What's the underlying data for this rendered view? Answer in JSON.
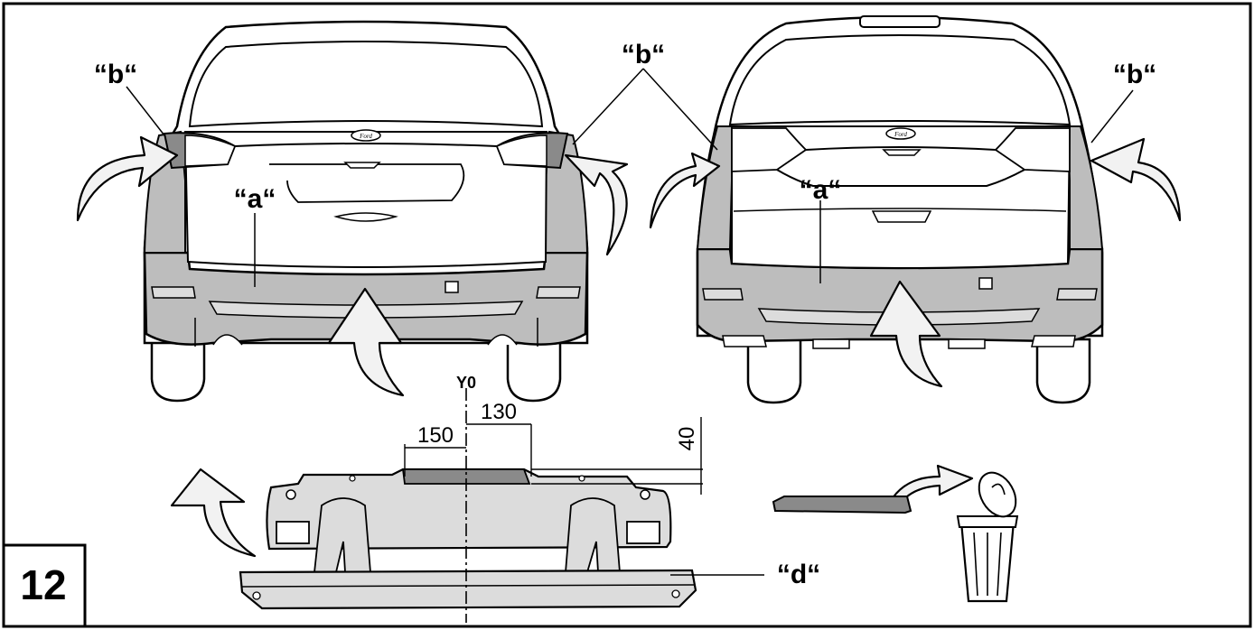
{
  "step_number": "12",
  "labels": {
    "a": "“a“",
    "b": "“b“",
    "d": "“d“"
  },
  "dimensions": {
    "centerline": "Y0",
    "left_offset": "150",
    "right_offset": "130",
    "height": "40"
  },
  "brand_badge": "Ford",
  "colors": {
    "ink": "#000000",
    "panel_gray": "#bdbdbd",
    "dark_gray": "#8a8a8a",
    "arrow_fill": "#f2f2f2",
    "light_gray": "#dcdcdc"
  }
}
